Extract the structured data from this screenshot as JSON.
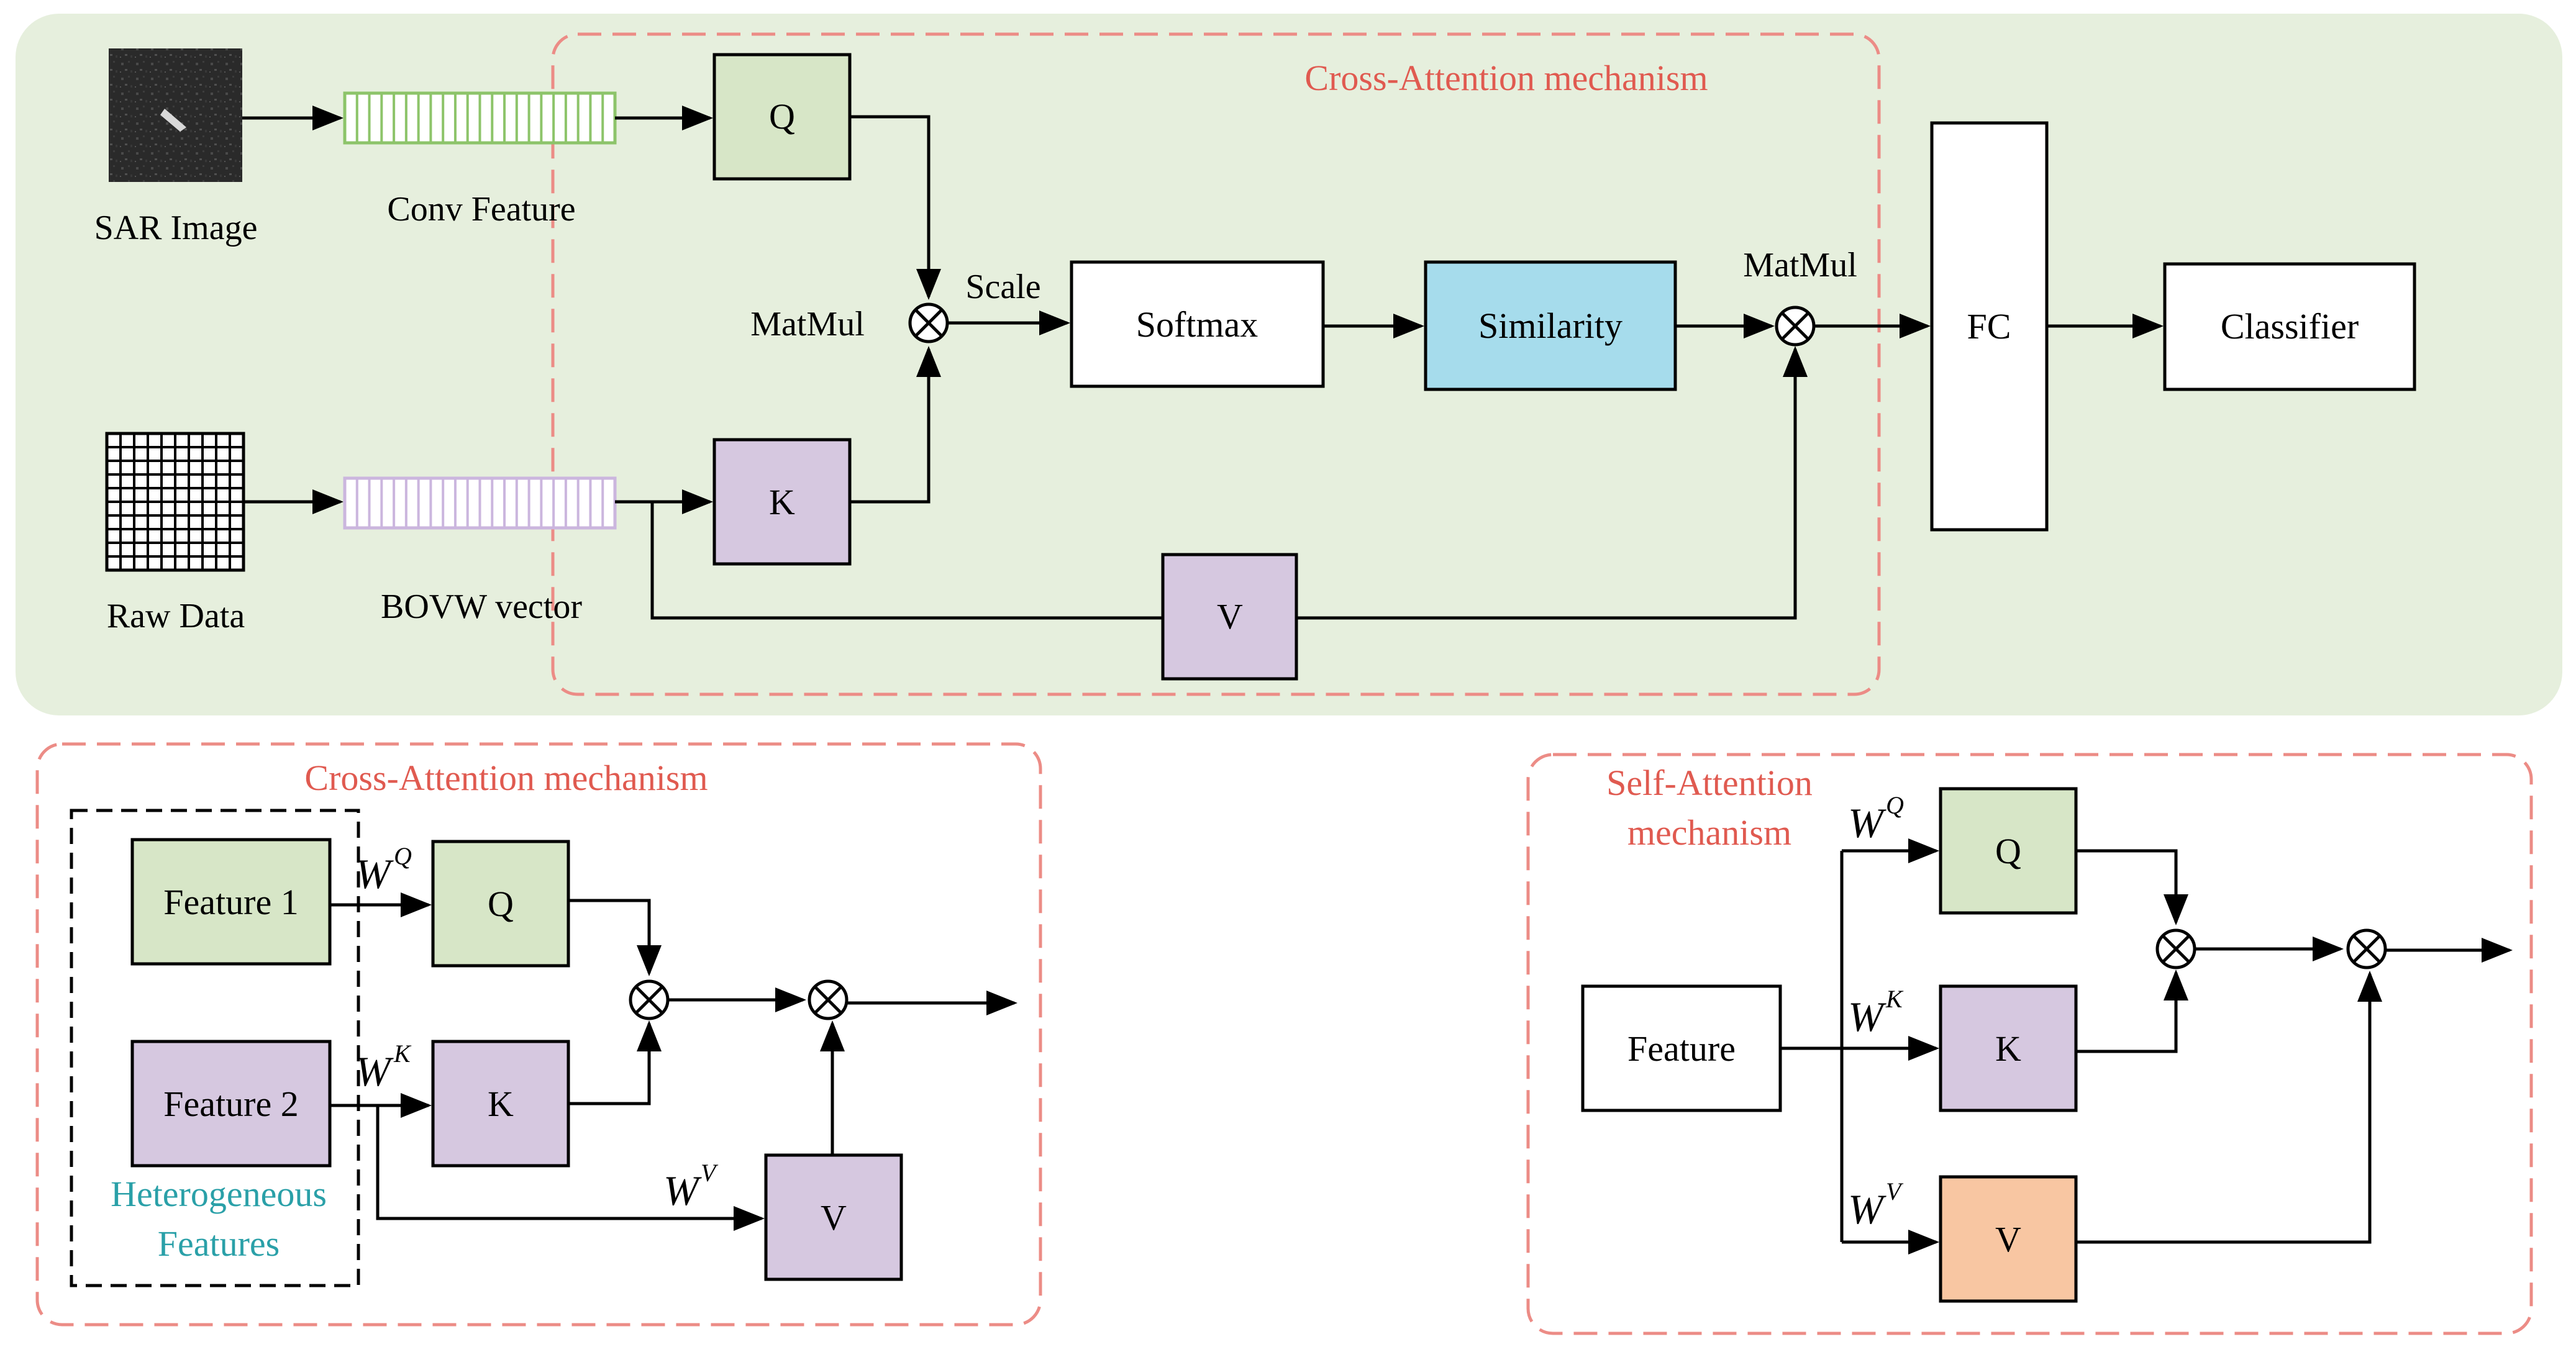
{
  "colors": {
    "panel_bg": "#e6efdd",
    "dashed_red": "#ec8c86",
    "title_red": "#e05a50",
    "teal": "#2aa0a8",
    "q_fill": "#d7e6c7",
    "kv_fill": "#d6c8e0",
    "similarity_fill": "#a6dcec",
    "v_self_fill": "#f8c6a2",
    "conv_stripe": "#8dc46a",
    "bovw_stripe": "#cbb6de",
    "white": "#ffffff"
  },
  "top_panel": {
    "sar_image_label": "SAR Image",
    "conv_feature_label": "Conv Feature",
    "raw_data_label": "Raw Data",
    "bovw_vector_label": "BOVW vector",
    "cross_attention_title": "Cross-Attention mechanism",
    "q_label": "Q",
    "k_label": "K",
    "v_label": "V",
    "matmul_1_label": "MatMul",
    "scale_label": "Scale",
    "softmax_label": "Softmax",
    "similarity_label": "Similarity",
    "matmul_2_label": "MatMul",
    "fc_label": "FC",
    "classifier_label": "Classifier"
  },
  "cross_attention_panel": {
    "title": "Cross-Attention mechanism",
    "feature1_label": "Feature 1",
    "feature2_label": "Feature 2",
    "heterogeneous_line1": "Heterogeneous",
    "heterogeneous_line2": "Features",
    "q_label": "Q",
    "k_label": "K",
    "v_label": "V",
    "wq_base": "W",
    "wq_sup": "Q",
    "wk_base": "W",
    "wk_sup": "K",
    "wv_base": "W",
    "wv_sup": "V"
  },
  "self_attention_panel": {
    "title_line1": "Self-Attention",
    "title_line2": "mechanism",
    "feature_label": "Feature",
    "q_label": "Q",
    "k_label": "K",
    "v_label": "V",
    "wq_base": "W",
    "wq_sup": "Q",
    "wk_base": "W",
    "wk_sup": "K",
    "wv_base": "W",
    "wv_sup": "V"
  }
}
